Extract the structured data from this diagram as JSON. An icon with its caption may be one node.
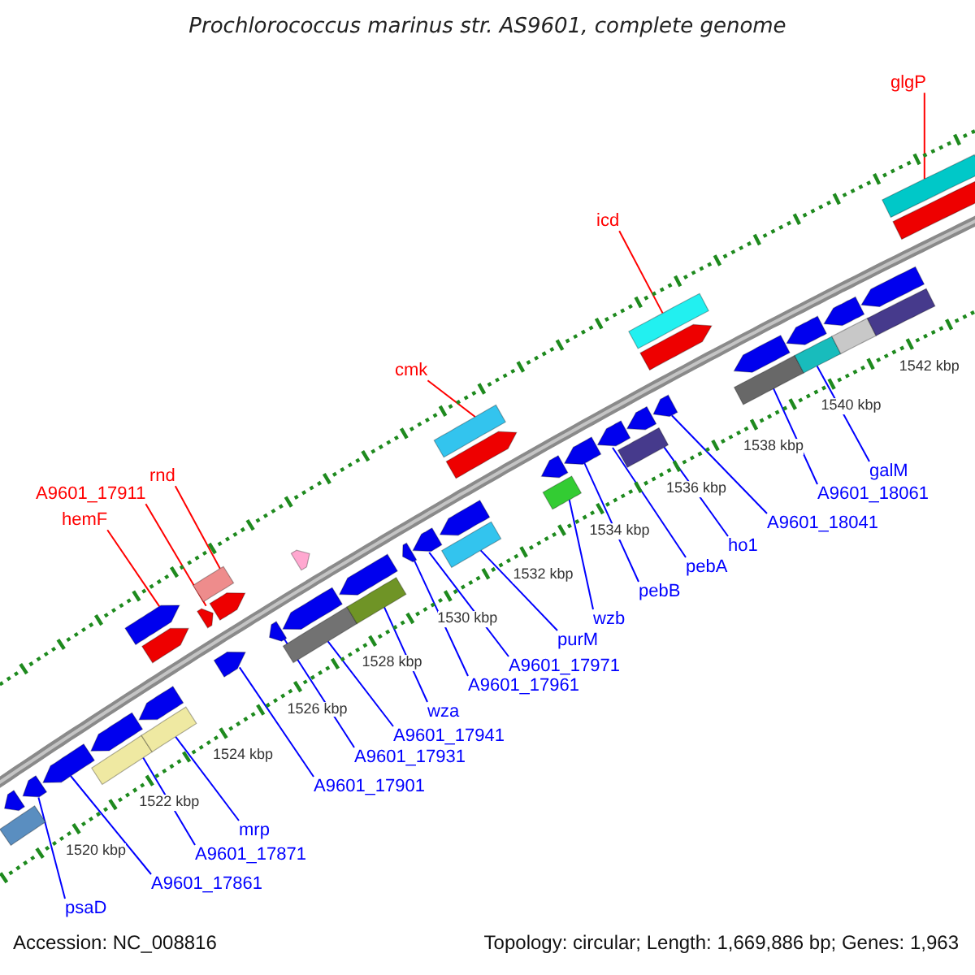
{
  "diagram": {
    "title": "Prochlorococcus marinus str. AS9601, complete genome",
    "nodes": [
      {
        "text": [
          "glgP"
        ]
      },
      {
        "text": [
          "icd"
        ]
      },
      {
        "text": [
          "cmk"
        ]
      },
      {
        "text": [
          "rnd"
        ]
      },
      {
        "text": [
          "A9601_17911"
        ]
      },
      {
        "text": [
          "hemF"
        ]
      },
      {
        "text": [
          "galM"
        ]
      },
      {
        "text": [
          "A9601_18061"
        ]
      },
      {
        "text": [
          "A9601_18041"
        ]
      },
      {
        "text": [
          "ho1"
        ]
      },
      {
        "text": [
          "pebA"
        ]
      },
      {
        "text": [
          "pebB"
        ]
      },
      {
        "text": [
          "wzb"
        ]
      },
      {
        "text": [
          "purM"
        ]
      },
      {
        "text": [
          "A9601_17971"
        ]
      },
      {
        "text": [
          "A9601_17961"
        ]
      },
      {
        "text": [
          "wza"
        ]
      },
      {
        "text": [
          "A9601_17941"
        ]
      },
      {
        "text": [
          "A9601_17931"
        ]
      },
      {
        "text": [
          "A9601_17901"
        ]
      },
      {
        "text": [
          "mrp"
        ]
      },
      {
        "text": [
          "A9601_17871"
        ]
      },
      {
        "text": [
          "A9601_17861"
        ]
      },
      {
        "text": [
          "psaD"
        ]
      },
      {
        "text": [],
        "shape": "arrow"
      },
      {
        "text": [],
        "shape": "box"
      },
      {
        "text": [],
        "shape": "arrow"
      },
      {
        "text": [],
        "shape": "arrow"
      },
      {
        "text": [],
        "shape": "box"
      },
      {
        "text": [],
        "shape": "arrow"
      },
      {
        "text": [],
        "shape": "box"
      },
      {
        "text": [],
        "shape": "arrow"
      },
      {
        "text": [],
        "shape": "arrow"
      },
      {
        "text": [],
        "shape": "arrow"
      },
      {
        "text": [],
        "shape": "arrow"
      },
      {
        "text": [],
        "shape": "arrow"
      },
      {
        "text": [],
        "shape": "box"
      },
      {
        "text": [],
        "shape": "arrow"
      },
      {
        "text": [],
        "shape": "arrow"
      },
      {
        "text": [],
        "shape": "box"
      },
      {
        "text": [],
        "shape": "arrow"
      },
      {
        "text": [],
        "shape": "arrow"
      },
      {
        "text": [],
        "shape": "box"
      },
      {
        "text": [],
        "shape": "arrow"
      },
      {
        "text": [],
        "shape": "arrow"
      },
      {
        "text": [],
        "shape": "arrow"
      },
      {
        "text": [],
        "shape": "box"
      },
      {
        "text": [],
        "shape": "arrow"
      },
      {
        "text": [],
        "shape": "box"
      },
      {
        "text": [],
        "shape": "arrow"
      },
      {
        "text": [],
        "shape": "box"
      },
      {
        "text": [],
        "shape": "arrow"
      },
      {
        "text": [],
        "shape": "arrow"
      },
      {
        "text": [],
        "shape": "arrow"
      },
      {
        "text": [],
        "shape": "box"
      },
      {
        "text": [],
        "shape": "arrow"
      },
      {
        "text": [],
        "shape": "arrow"
      },
      {
        "text": [],
        "shape": "box"
      },
      {
        "text": [],
        "shape": "arrow"
      },
      {
        "text": [],
        "shape": "box"
      },
      {
        "text": [],
        "shape": "arrow"
      },
      {
        "text": [],
        "shape": "arrow"
      },
      {
        "text": [],
        "shape": "box"
      },
      {
        "text": [],
        "shape": "arrow"
      },
      {
        "text": [],
        "shape": "box"
      },
      {
        "text": [],
        "shape": "box"
      },
      {
        "text": [],
        "shape": "arrow"
      },
      {
        "text": [],
        "shape": "box"
      },
      {
        "text": [],
        "shape": "box"
      }
    ],
    "edges": [
      {
        "from": 0,
        "to": 67,
        "arrow": "none",
        "color": "#ff0000"
      },
      {
        "from": 1,
        "to": 57,
        "arrow": "none",
        "color": "#ff0000"
      },
      {
        "from": 2,
        "to": 48,
        "arrow": "none",
        "color": "#ff0000"
      },
      {
        "from": 3,
        "to": 36,
        "arrow": "none",
        "color": "#ff0000"
      },
      {
        "from": 4,
        "to": 35,
        "arrow": "none",
        "color": "#ff0000"
      },
      {
        "from": 5,
        "to": 32,
        "arrow": "none",
        "color": "#ff0000"
      },
      {
        "from": 6,
        "to": 62,
        "arrow": "none"
      },
      {
        "from": 7,
        "to": 59,
        "arrow": "none"
      },
      {
        "from": 8,
        "to": 56,
        "arrow": "none"
      },
      {
        "from": 9,
        "to": 54,
        "arrow": "none"
      },
      {
        "from": 10,
        "to": 53,
        "arrow": "none"
      },
      {
        "from": 11,
        "to": 52,
        "arrow": "none"
      },
      {
        "from": 12,
        "to": 50,
        "arrow": "none"
      },
      {
        "from": 13,
        "to": 46,
        "arrow": "none"
      },
      {
        "from": 14,
        "to": 45,
        "arrow": "none"
      },
      {
        "from": 15,
        "to": 44,
        "arrow": "none"
      },
      {
        "from": 16,
        "to": 42,
        "arrow": "none"
      },
      {
        "from": 17,
        "to": 39,
        "arrow": "none"
      },
      {
        "from": 18,
        "to": 38,
        "arrow": "none"
      },
      {
        "from": 19,
        "to": 34,
        "arrow": "none"
      },
      {
        "from": 20,
        "to": 30,
        "arrow": "none"
      },
      {
        "from": 21,
        "to": 28,
        "arrow": "none"
      },
      {
        "from": 22,
        "to": 27,
        "arrow": "none"
      },
      {
        "from": 23,
        "to": 26,
        "arrow": "none"
      }
    ],
    "labels": [
      "1520 kbp",
      "1522 kbp",
      "1524 kbp",
      "1526 kbp",
      "1528 kbp",
      "1530 kbp",
      "1532 kbp",
      "1534 kbp",
      "1536 kbp",
      "1538 kbp",
      "1540 kbp",
      "1542 kbp",
      "Accession: NC_008816",
      "Topology: circular; Length: 1,669,886 bp; Genes: 1,963"
    ]
  }
}
